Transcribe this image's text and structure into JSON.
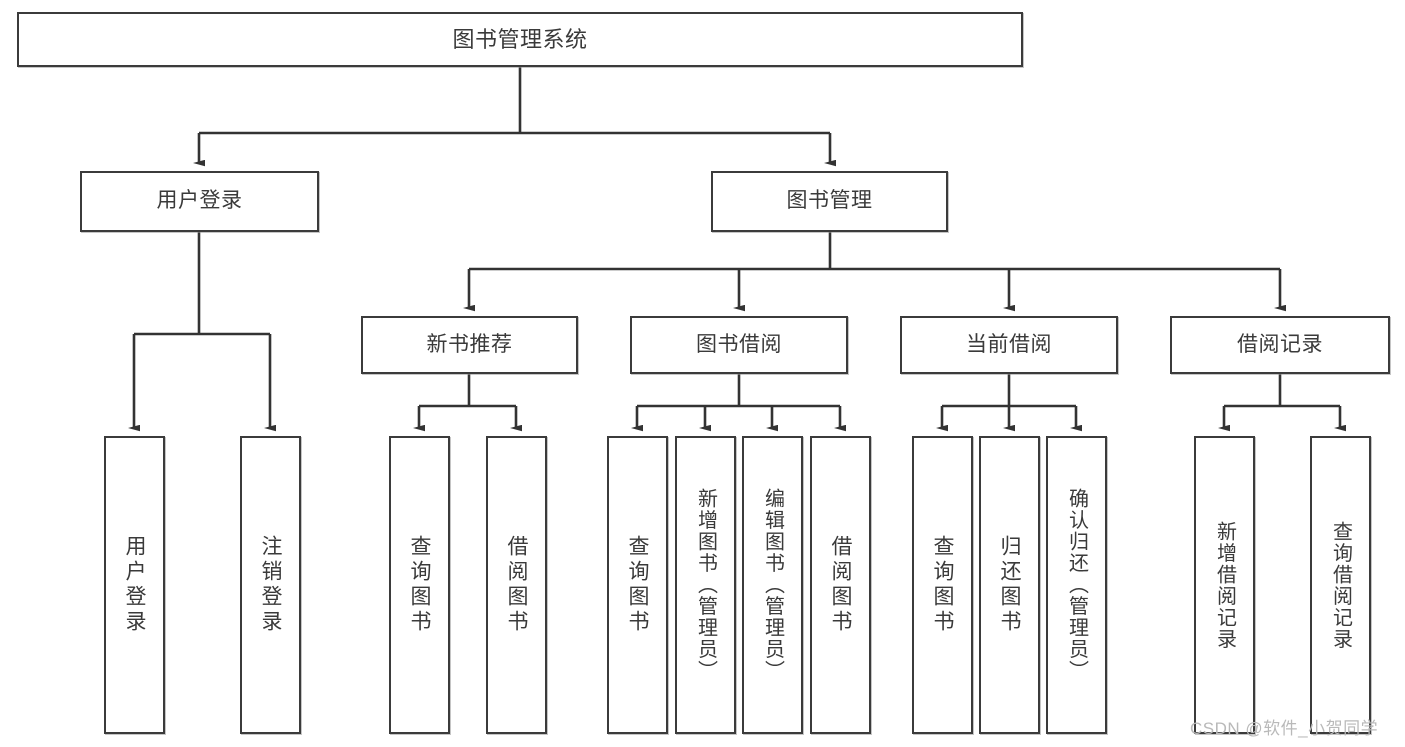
{
  "diagram": {
    "type": "tree-hierarchy",
    "title": "图书管理系统",
    "root": {
      "label": "图书管理系统",
      "level": 0
    },
    "level1": [
      {
        "label": "用户登录"
      },
      {
        "label": "图书管理"
      }
    ],
    "level2": [
      {
        "label": "新书推荐",
        "parent": "图书管理"
      },
      {
        "label": "图书借阅",
        "parent": "图书管理"
      },
      {
        "label": "当前借阅",
        "parent": "图书管理"
      },
      {
        "label": "借阅记录",
        "parent": "图书管理"
      }
    ],
    "leaves": {
      "user_login": [
        {
          "label": "用户登录"
        },
        {
          "label": "注销登录"
        }
      ],
      "new_book_recommend": [
        {
          "label": "查询图书"
        },
        {
          "label": "借阅图书"
        }
      ],
      "book_borrow": [
        {
          "label": "查询图书"
        },
        {
          "label": "新增图书（管理员）"
        },
        {
          "label": "编辑图书（管理员）"
        },
        {
          "label": "借阅图书"
        }
      ],
      "current_borrow": [
        {
          "label": "查询图书"
        },
        {
          "label": "归还图书"
        },
        {
          "label": "确认归还（管理员）"
        }
      ],
      "borrow_records": [
        {
          "label": "新增借阅记录"
        },
        {
          "label": "查询借阅记录"
        }
      ]
    }
  },
  "watermark": {
    "text": "CSDN @软件_小贺同学"
  },
  "colors": {
    "box_border": "#3b3b3b",
    "text": "#3a3a3a",
    "line": "#333333",
    "background": "#ffffff",
    "watermark": "#b9b9b9"
  }
}
